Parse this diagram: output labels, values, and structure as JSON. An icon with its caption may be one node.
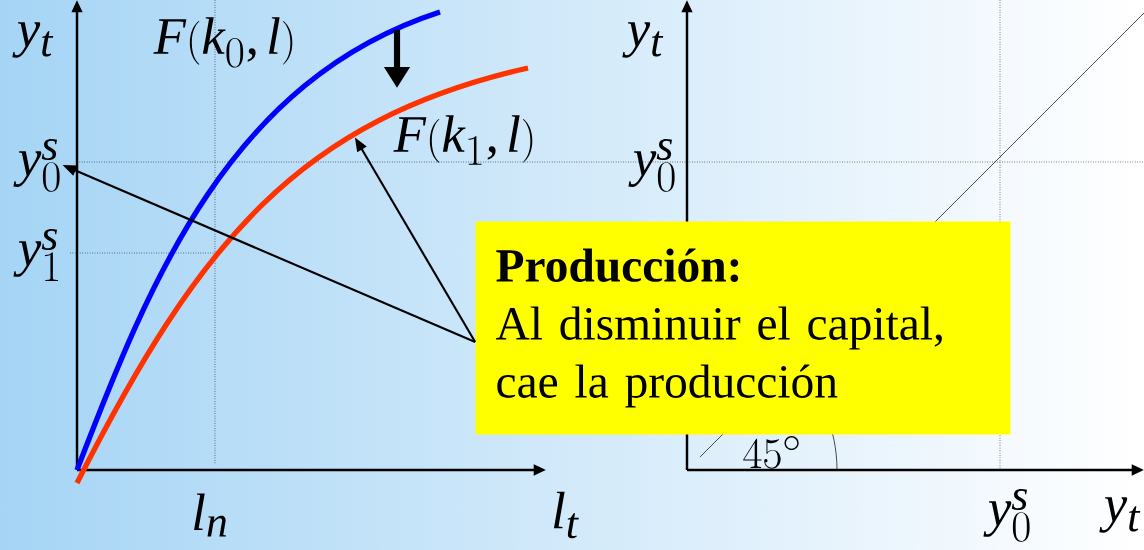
{
  "diagram": {
    "nodes": [
      {
        "text": [
          "Producción:",
          "Al disminuir el capital, cae la producción"
        ]
      },
      {
        "text": [
          "y_0^s"
        ]
      },
      {
        "text": [],
        "shape": "curve"
      }
    ],
    "edges": [
      {
        "from": 0,
        "to": 1,
        "arrow": "to"
      },
      {
        "from": 0,
        "to": 2,
        "arrow": "to"
      }
    ],
    "labels": [
      "y_t",
      "F(k_0,l)",
      "F(k_1,l)",
      "y_1^s",
      "l_n",
      "l_t",
      "y_t",
      "y_0^s",
      "45^{\\circ}",
      "y_0^s",
      "y_t"
    ]
  }
}
